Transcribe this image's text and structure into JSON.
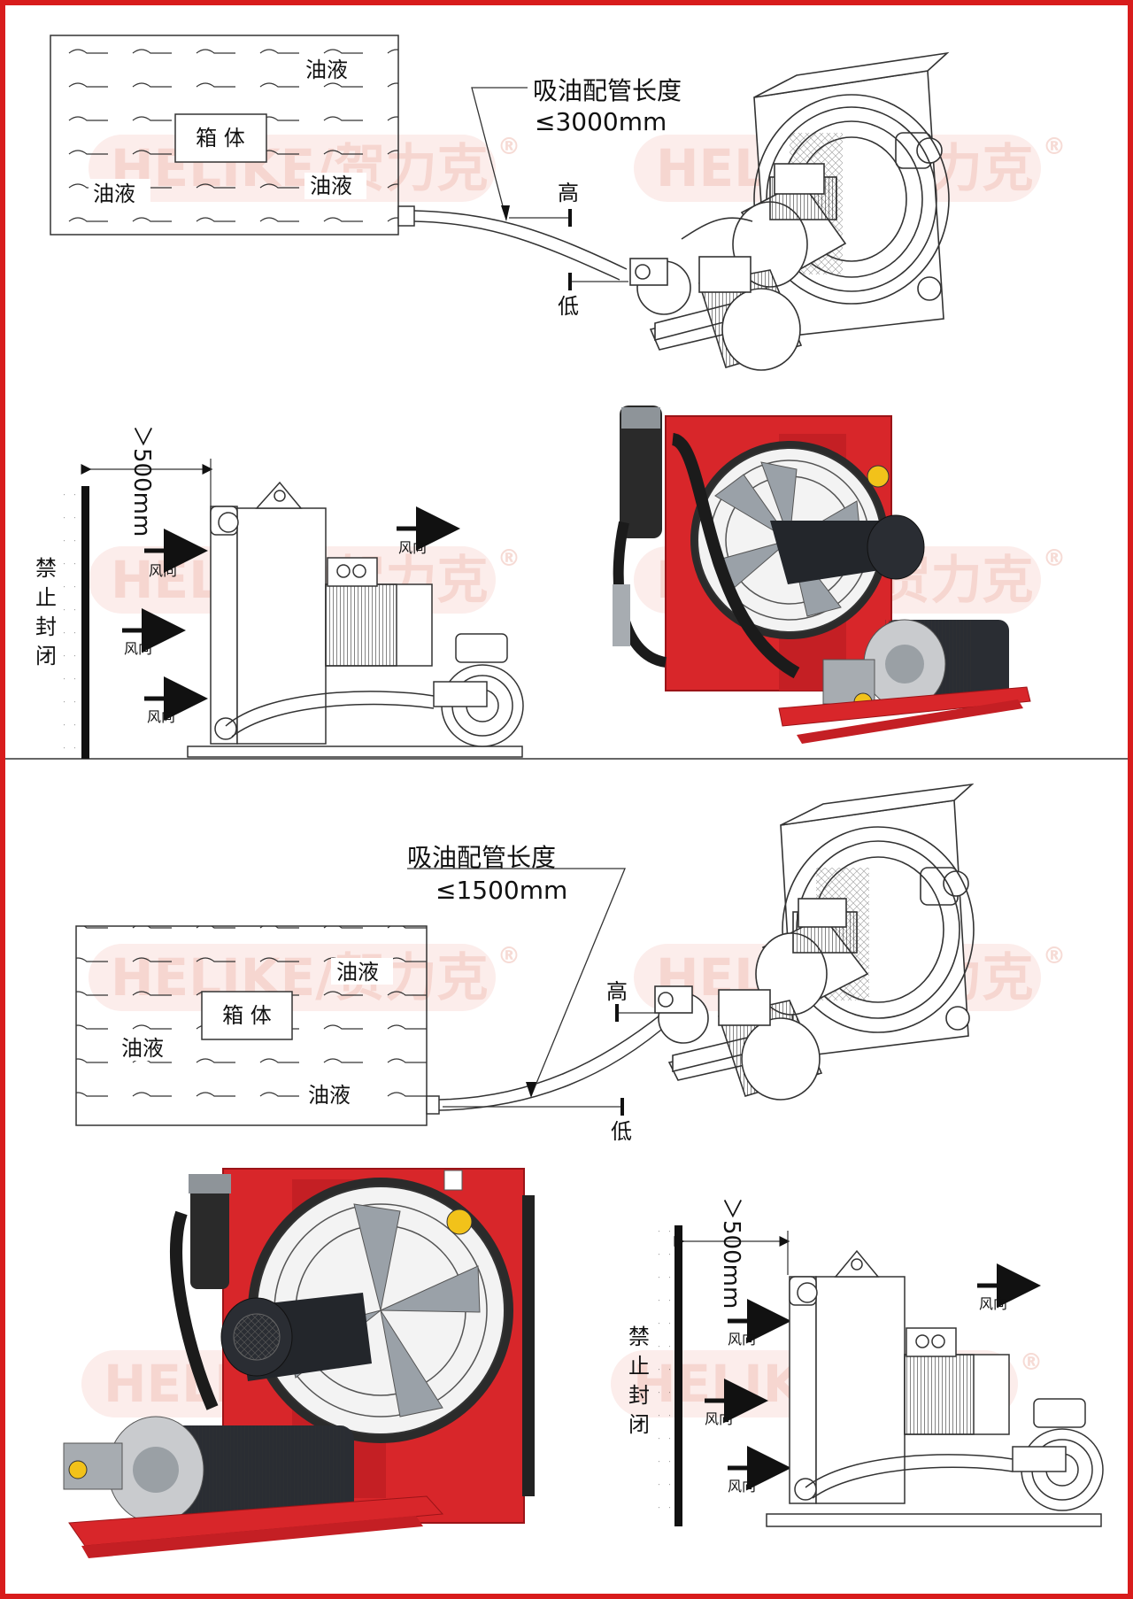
{
  "colors": {
    "frame": "#d81c1c",
    "equipment_red": "#d8262a",
    "line": "#222222",
    "watermark": "#f4cfc8",
    "motor_dark": "#23262b"
  },
  "watermark": {
    "text": "HELIKE/贺力克",
    "reg": "®"
  },
  "top": {
    "tank": {
      "label": "箱 体",
      "oil_labels": [
        "油液",
        "油液",
        "油液"
      ]
    },
    "pipe": {
      "title": "吸油配管长度",
      "limit": "≤3000mm"
    },
    "high_label": "高",
    "low_label": "低",
    "clearance": {
      "distance": "＞500mm",
      "wall_label": [
        "禁",
        "止",
        "封",
        "闭"
      ],
      "wind_label": "风向"
    }
  },
  "bottom": {
    "tank": {
      "label": "箱 体",
      "oil_labels": [
        "油液",
        "油液",
        "油液"
      ]
    },
    "pipe": {
      "title": "吸油配管长度",
      "limit": "≤1500mm"
    },
    "high_label": "高",
    "low_label": "低",
    "clearance": {
      "distance": "＞500mm",
      "wall_label": [
        "禁",
        "止",
        "封",
        "闭"
      ],
      "wind_label": "风向"
    }
  }
}
